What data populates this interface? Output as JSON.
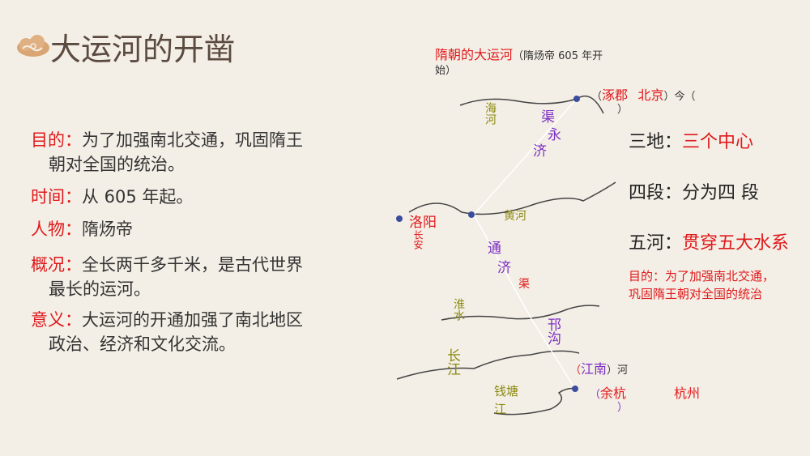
{
  "title": "大运河的开凿",
  "items": [
    {
      "label": "目的：",
      "line1": "为了加强南北交通，巩固隋王",
      "line2": "朝对全国的统治。"
    },
    {
      "label": "时间：",
      "line1": "从 605 年起。"
    },
    {
      "label": "人物：",
      "line1": "隋炀帝"
    },
    {
      "label": "概况：",
      "line1": "全长两千多千米，是古代世界",
      "line2": "最长的运河。"
    },
    {
      "label": "意义：",
      "line1": "大运河的开通加强了南北地区",
      "line2": "政治、经济和文化交流。"
    }
  ],
  "map": {
    "heading1": "隋朝的大运河",
    "heading2": "（隋炀帝  605 年开",
    "heading3": "始）",
    "zhuojun_open": "（",
    "zhuojun": "涿郡",
    "beijing": "北京",
    "jin": "）今（",
    "close1": "）",
    "haihe": "海河",
    "yongji_yong": "永",
    "yongji_ji": "济",
    "yongji_qu": "渠",
    "luoyang": "洛阳",
    "changan": "长安",
    "huanghe": "黄河",
    "tongji_tong": "通",
    "tongji_ji": "济",
    "tongji_qu": "渠",
    "huaishui": "淮水",
    "hangou": "邗沟",
    "changjiang": "长江",
    "jiangnan": "江南",
    "he": "）河",
    "qiantangjiang": "钱塘江",
    "yuhang": "余杭",
    "hangzhou": "杭州"
  },
  "summary": {
    "sandi_label": "三地：",
    "sandi_value": "三个中心",
    "siduan_label": "四段：",
    "siduan_value": "分为四 段",
    "wuhe_label": "五河：",
    "wuhe_value": "贯穿五大水系",
    "purpose_line1": "目的：为了加强南北交通，",
    "purpose_line2": "巩固隋王朝对全国的统治"
  }
}
